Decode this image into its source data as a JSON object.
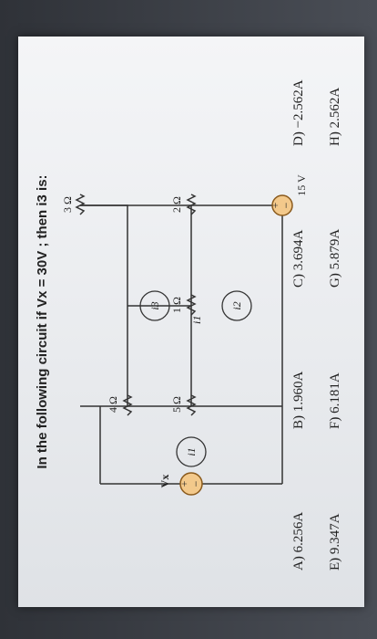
{
  "question": "In the following circuit if Vx = 30V ; then i3 is:",
  "circuit": {
    "source_vx_label": "Vx",
    "source_15v_label": "15 V",
    "r_5": "5 Ω",
    "r_3": "3 Ω",
    "r_4": "4 Ω",
    "r_1": "1 Ω",
    "r_2": "2 Ω",
    "i1": "i1",
    "i2": "i2",
    "i3": "i3",
    "plus": "+",
    "minus": "−"
  },
  "answers": [
    "A) 6.256A",
    "B) 1.960A",
    "C) 3.694A",
    "D) −2.562A",
    "E) 9.347A",
    "F) 6.181A",
    "G) 5.879A",
    "H) 2.562A"
  ],
  "colors": {
    "source_fill": "#f3c98b",
    "source_stroke": "#8a5a1c",
    "wire": "#333333"
  }
}
